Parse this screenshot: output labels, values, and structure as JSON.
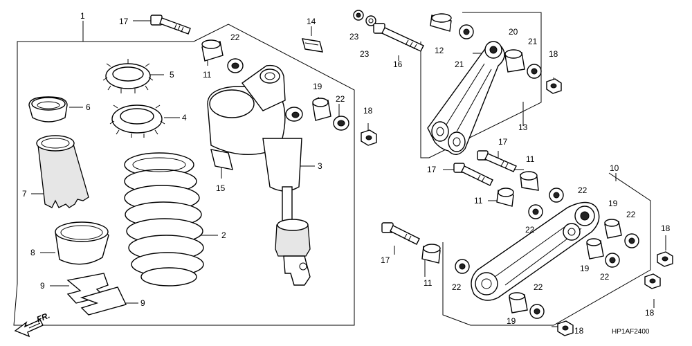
{
  "diagram": {
    "labels": {
      "p1": "1",
      "p2": "2",
      "p3": "3",
      "p4": "4",
      "p5": "5",
      "p6": "6",
      "p7": "7",
      "p8": "8",
      "p9a": "9",
      "p9b": "9",
      "p10": "10",
      "p11a": "11",
      "p11b": "11",
      "p11c": "11",
      "p11d": "11",
      "p12": "12",
      "p13": "13",
      "p14": "14",
      "p15": "15",
      "p16": "16",
      "p17a": "17",
      "p17b": "17",
      "p17c": "17",
      "p17d": "17",
      "p18a": "18",
      "p18b": "18",
      "p18c": "18",
      "p18d": "18",
      "p18e": "18",
      "p19a": "19",
      "p19b": "19",
      "p19c": "19",
      "p19d": "19",
      "p20": "20",
      "p21a": "21",
      "p21b": "21",
      "p22a": "22",
      "p22b": "22",
      "p22c": "22",
      "p22d": "22",
      "p22e": "22",
      "p22f": "22",
      "p22g": "22",
      "p22h": "22",
      "p23a": "23",
      "p23b": "23"
    },
    "front_marker": "FR.",
    "drawing_code": "HP1AF2400"
  }
}
